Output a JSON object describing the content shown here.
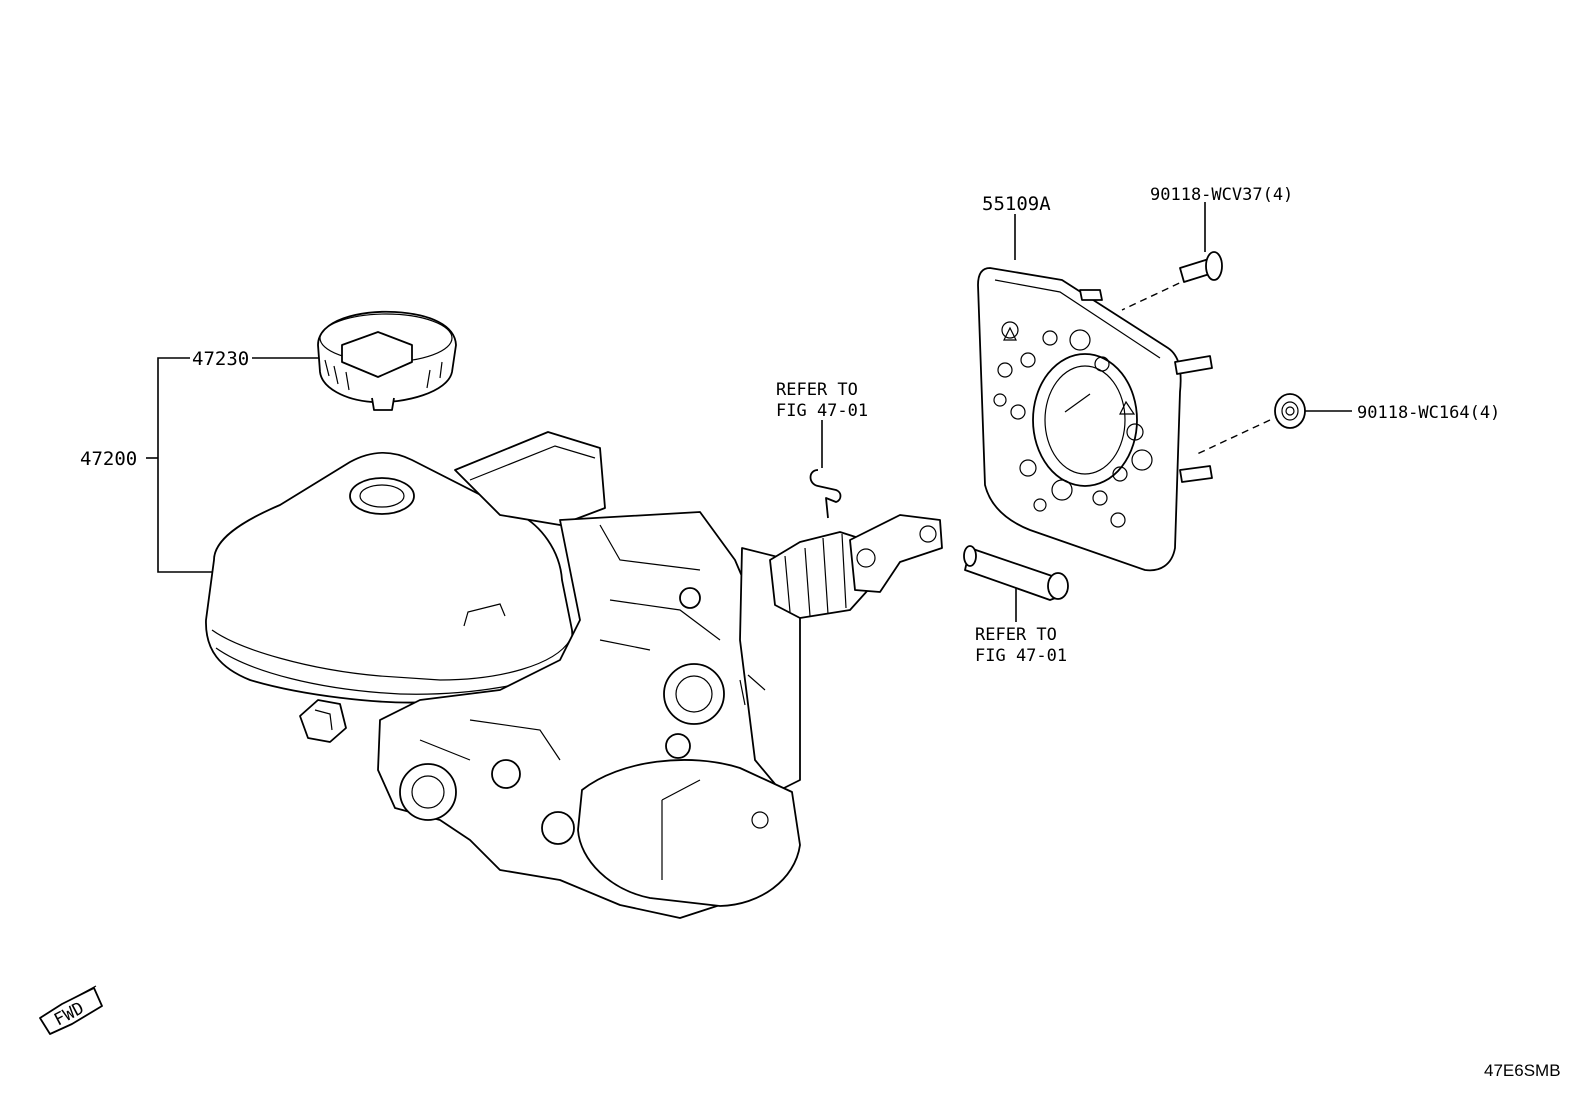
{
  "callouts": {
    "reservoir_cap": "47230",
    "master_cylinder": "47200",
    "plate": "55109A",
    "bolt": "90118-WCV37(4)",
    "nut": "90118-WC164(4)",
    "refer_clip_line1": "REFER TO",
    "refer_clip_line2": "FIG 47-01",
    "refer_pin_line1": "REFER TO",
    "refer_pin_line2": "FIG 47-01"
  },
  "fwd_label": "FWD",
  "diagram_code": "47E6SMB"
}
